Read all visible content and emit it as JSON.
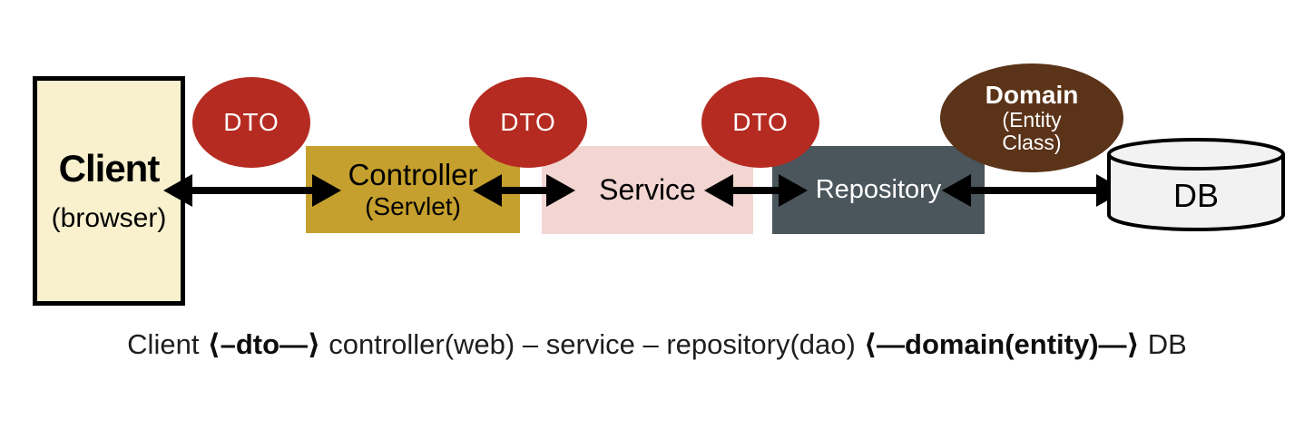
{
  "nodes": {
    "client": {
      "title": "Client",
      "subtitle": "(browser)"
    },
    "controller": {
      "title": "Controller",
      "subtitle": "(Servlet)"
    },
    "service": {
      "title": "Service"
    },
    "repository": {
      "title": "Repository"
    },
    "db": {
      "title": "DB"
    }
  },
  "badges": {
    "dto1": {
      "label": "DTO"
    },
    "dto2": {
      "label": "DTO"
    },
    "dto3": {
      "label": "DTO"
    },
    "domain": {
      "title": "Domain",
      "line2": "(Entity",
      "line3": "Class)"
    }
  },
  "caption": {
    "client": "Client",
    "dto_link": "⟨–dto—⟩",
    "middle": "controller(web) – service – repository(dao)",
    "domain_link": "⟨—domain(entity)—⟩",
    "db": "DB"
  },
  "colors": {
    "client_fill": "#F9F1CE",
    "controller_fill": "#C6A02E",
    "service_fill": "#F3D6D2",
    "repository_fill": "#4A555C",
    "dto_fill": "#B52B21",
    "domain_fill": "#5B3318",
    "db_fill": "#F2F2F2",
    "ink": "#000000",
    "light_text": "#FFFFFF"
  }
}
